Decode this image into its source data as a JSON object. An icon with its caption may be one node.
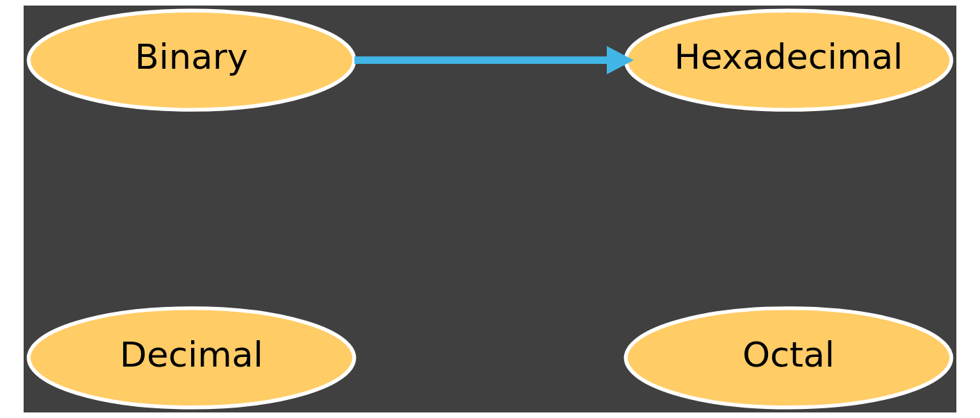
{
  "diagram": {
    "nodes": [
      {
        "text": [
          "Decimal"
        ]
      },
      {
        "text": [
          "Octal"
        ]
      },
      {
        "text": [
          "Binary"
        ]
      },
      {
        "text": [
          "Hexadecimal"
        ]
      }
    ],
    "edges": [
      {
        "from": 2,
        "to": 3,
        "arrow": "to"
      }
    ]
  }
}
